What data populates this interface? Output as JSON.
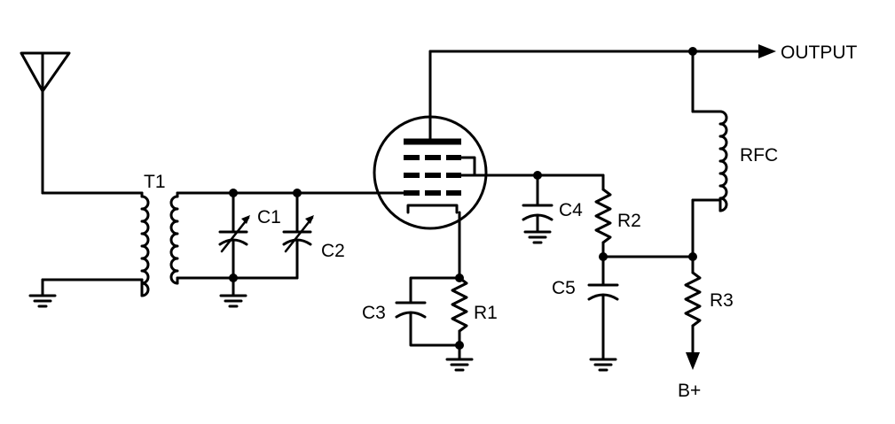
{
  "labels": {
    "t1": "T1",
    "c1": "C1",
    "c2": "C2",
    "c3": "C3",
    "c4": "C4",
    "c5": "C5",
    "r1": "R1",
    "r2": "R2",
    "r3": "R3",
    "rfc": "RFC",
    "output": "OUTPUT",
    "bplus": "B+"
  }
}
